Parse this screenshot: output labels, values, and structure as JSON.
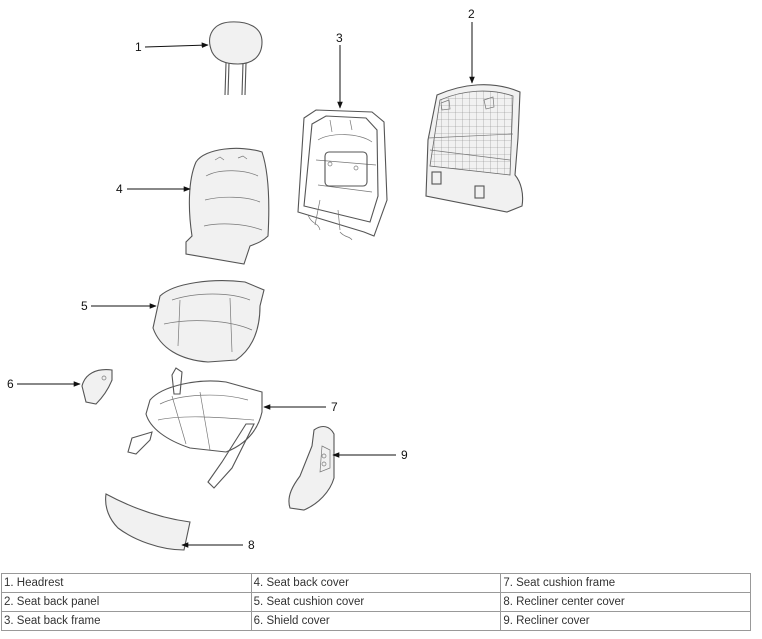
{
  "callouts": [
    "1",
    "2",
    "3",
    "4",
    "5",
    "6",
    "7",
    "8",
    "9"
  ],
  "legend": {
    "rows": [
      [
        "1. Headrest",
        "4. Seat back cover",
        "7. Seat cushion frame"
      ],
      [
        "2. Seat back panel",
        "5. Seat cushion cover",
        "8. Recliner center cover"
      ],
      [
        "3. Seat back frame",
        "6. Shield cover",
        "9. Recliner cover"
      ]
    ]
  },
  "part_icons": [
    "headrest-icon",
    "seat-back-panel-icon",
    "seat-back-frame-icon",
    "seat-back-cover-icon",
    "seat-cushion-cover-icon",
    "shield-cover-icon",
    "seat-cushion-frame-icon",
    "recliner-center-cover-icon",
    "recliner-cover-icon"
  ]
}
